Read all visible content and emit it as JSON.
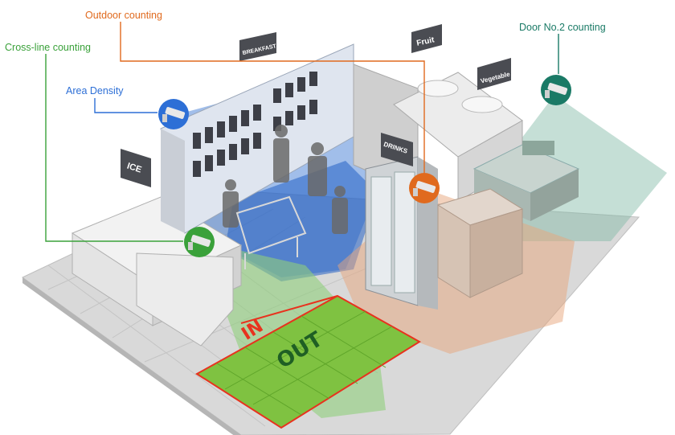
{
  "callouts": {
    "outdoor": {
      "label": "Outdoor counting",
      "color": "#e06a1e"
    },
    "crossline": {
      "label": "Cross-line counting",
      "color": "#3aa13a"
    },
    "area": {
      "label": "Area Density",
      "color": "#2d6fd6"
    },
    "door2": {
      "label": "Door No.2 counting",
      "color": "#1a7a66"
    }
  },
  "signs": {
    "breakfast": "BREAKFAST",
    "fruit": "Fruit",
    "vegetable": "Vegetable",
    "ice": "ICE",
    "drinks": "DRINKS"
  },
  "floor": {
    "in": "IN",
    "out": "OUT"
  },
  "icons": [
    "cctv-camera-icon"
  ]
}
